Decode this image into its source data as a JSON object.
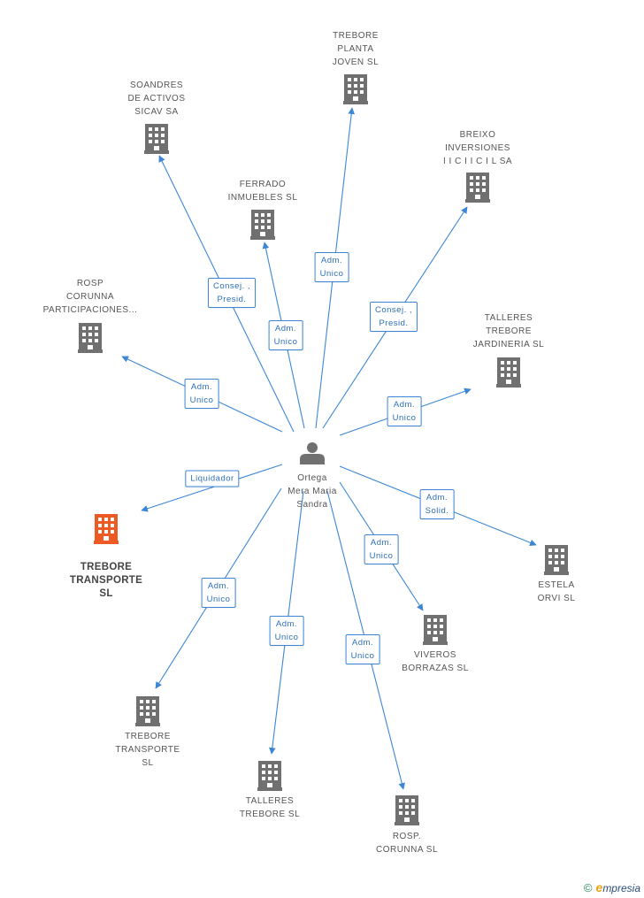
{
  "colors": {
    "edge": "#3d86d6",
    "building": "#707070",
    "focus_building": "#ee5a24",
    "person": "#707070",
    "edge_label_text": "#2c6fb8"
  },
  "center": {
    "id": "person",
    "label": [
      "Ortega",
      "Mera Maria",
      "Sandra"
    ],
    "icon": "person-icon"
  },
  "nodes": [
    {
      "id": "trebore-planta-joven",
      "label": [
        "TREBORE",
        "PLANTA",
        "JOVEN SL"
      ],
      "icon": "building-icon"
    },
    {
      "id": "soandres",
      "label": [
        "SOANDRES",
        "DE ACTIVOS",
        "SICAV SA"
      ],
      "icon": "building-icon"
    },
    {
      "id": "breixo",
      "label": [
        "BREIXO",
        "INVERSIONES",
        "I I C I I C I L SA"
      ],
      "icon": "building-icon"
    },
    {
      "id": "ferrado",
      "label": [
        "FERRADO",
        "INMUEBLES SL"
      ],
      "icon": "building-icon"
    },
    {
      "id": "rosp-participaciones",
      "label": [
        "ROSP",
        "CORUNNA",
        "PARTICIPACIONES..."
      ],
      "icon": "building-icon"
    },
    {
      "id": "talleres-jardineria",
      "label": [
        "TALLERES",
        "TREBORE",
        "JARDINERIA SL"
      ],
      "icon": "building-icon"
    },
    {
      "id": "trebore-transporte-focus",
      "label": [
        "TREBORE",
        "TRANSPORTE",
        "SL"
      ],
      "icon": "building-icon",
      "focus": true
    },
    {
      "id": "estela-orvi",
      "label": [
        "ESTELA",
        "ORVI SL"
      ],
      "icon": "building-icon"
    },
    {
      "id": "viveros-borrazas",
      "label": [
        "VIVEROS",
        "BORRAZAS SL"
      ],
      "icon": "building-icon"
    },
    {
      "id": "trebore-transporte",
      "label": [
        "TREBORE",
        "TRANSPORTE",
        "SL"
      ],
      "icon": "building-icon"
    },
    {
      "id": "talleres-trebore",
      "label": [
        "TALLERES",
        "TREBORE SL"
      ],
      "icon": "building-icon"
    },
    {
      "id": "rosp-corunna",
      "label": [
        "ROSP.",
        "CORUNNA SL"
      ],
      "icon": "building-icon"
    }
  ],
  "edges": [
    {
      "to": "trebore-planta-joven",
      "label": [
        "Adm.",
        "Unico"
      ]
    },
    {
      "to": "soandres",
      "label": [
        "Consej. ,",
        "Presid."
      ]
    },
    {
      "to": "breixo",
      "label": [
        "Consej. ,",
        "Presid."
      ]
    },
    {
      "to": "ferrado",
      "label": [
        "Adm.",
        "Unico"
      ]
    },
    {
      "to": "rosp-participaciones",
      "label": [
        "Adm.",
        "Unico"
      ]
    },
    {
      "to": "talleres-jardineria",
      "label": [
        "Adm.",
        "Unico"
      ]
    },
    {
      "to": "trebore-transporte-focus",
      "label": [
        "Liquidador"
      ]
    },
    {
      "to": "estela-orvi",
      "label": [
        "Adm.",
        "Solid."
      ]
    },
    {
      "to": "viveros-borrazas",
      "label": [
        "Adm.",
        "Unico"
      ]
    },
    {
      "to": "trebore-transporte",
      "label": [
        "Adm.",
        "Unico"
      ]
    },
    {
      "to": "talleres-trebore",
      "label": [
        "Adm.",
        "Unico"
      ]
    },
    {
      "to": "rosp-corunna",
      "label": [
        "Adm.",
        "Unico"
      ]
    }
  ],
  "footer": {
    "copyright": "©",
    "brand_first": "e",
    "brand_rest": "mpresia"
  }
}
